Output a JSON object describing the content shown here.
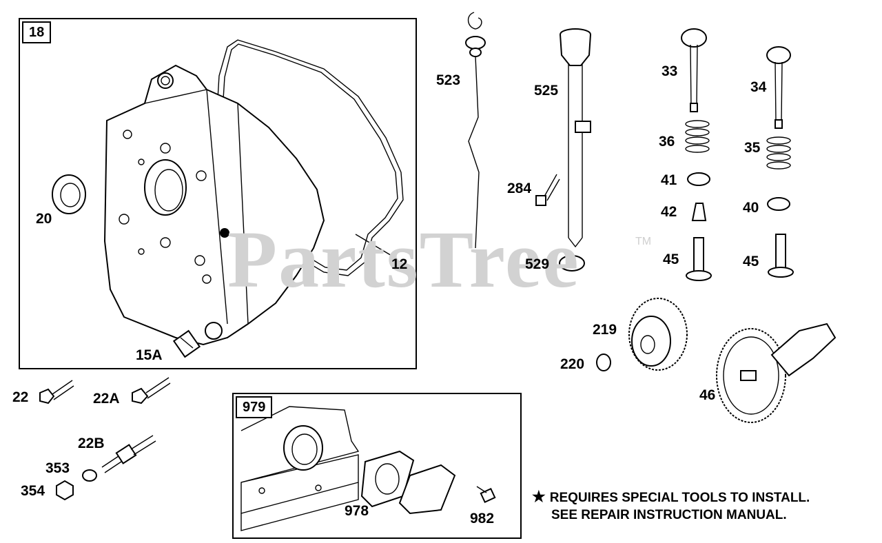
{
  "watermark": {
    "text": "PartsTree",
    "mark": "TM"
  },
  "boxes": {
    "main": "18",
    "inset": "979"
  },
  "labels": {
    "p20": "20",
    "p12": "12",
    "p15a": "15A",
    "p22": "22",
    "p22a": "22A",
    "p22b": "22B",
    "p353": "353",
    "p354": "354",
    "p523": "523",
    "p525": "525",
    "p284": "284",
    "p529": "529",
    "p33": "33",
    "p34": "34",
    "p36": "36",
    "p35": "35",
    "p41": "41",
    "p42": "42",
    "p40": "40",
    "p45a": "45",
    "p45b": "45",
    "p219": "219",
    "p220": "220",
    "p46": "46",
    "p978": "978",
    "p982": "982"
  },
  "note": {
    "line1": "REQUIRES SPECIAL TOOLS TO INSTALL.",
    "line2": "SEE REPAIR INSTRUCTION MANUAL."
  }
}
